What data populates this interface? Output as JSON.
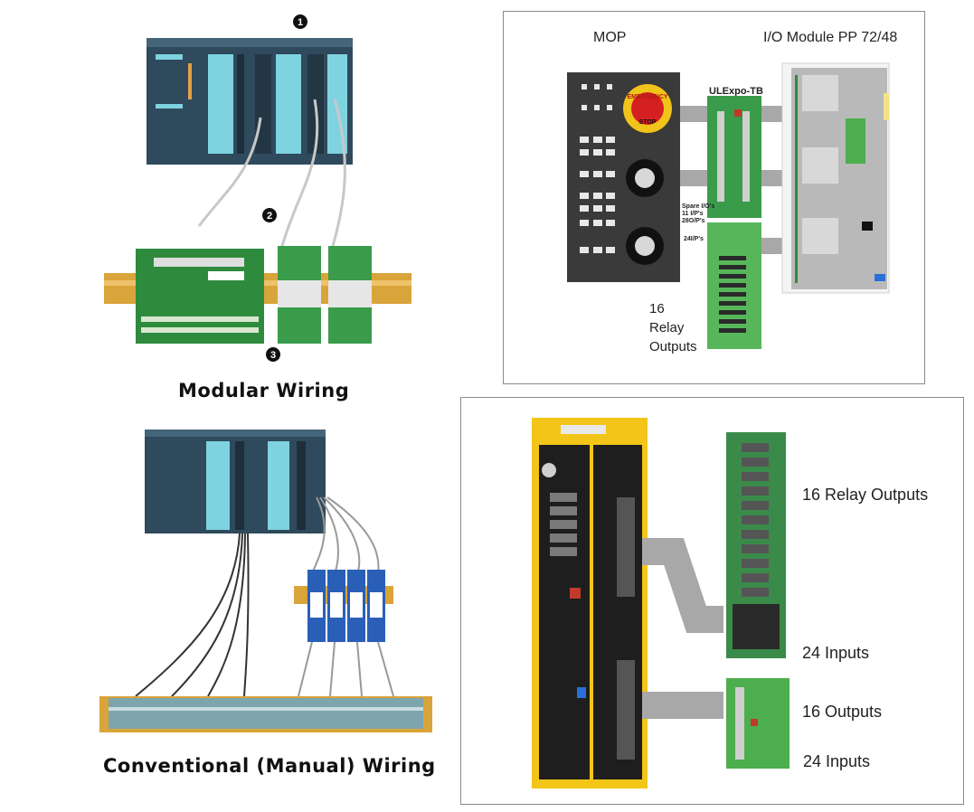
{
  "modular": {
    "caption": "Modular Wiring",
    "callouts": [
      "1",
      "2",
      "3"
    ]
  },
  "conventional": {
    "caption": "Conventional (Manual) Wiring"
  },
  "mop_panel": {
    "mop_title": "MOP",
    "io_title": "I/O Module PP 72/48",
    "terminal_title": "ULExpo-TB",
    "emergency_top": "EMERGENCY",
    "emergency_bottom": "STOP",
    "spare_io_lines": [
      "Spare I/O's",
      "11 I/P's",
      "28O/P's"
    ],
    "inputs_24": "24I/P's",
    "relay_lines": [
      "16",
      "Relay",
      "Outputs"
    ]
  },
  "fanuc_panel": {
    "relay_outputs": "16 Relay Outputs",
    "inputs_a": "24 Inputs",
    "outputs_16": "16 Outputs",
    "inputs_b": "24 Inputs"
  },
  "colors": {
    "plc_dark": "#2f4a5c",
    "module_cyan": "#7fd3e0",
    "pcb_green": "#2e8b3e",
    "din_rail": "#d9a43a",
    "fanuc_yellow": "#f2c518",
    "relay_blue": "#2a5fb8"
  }
}
